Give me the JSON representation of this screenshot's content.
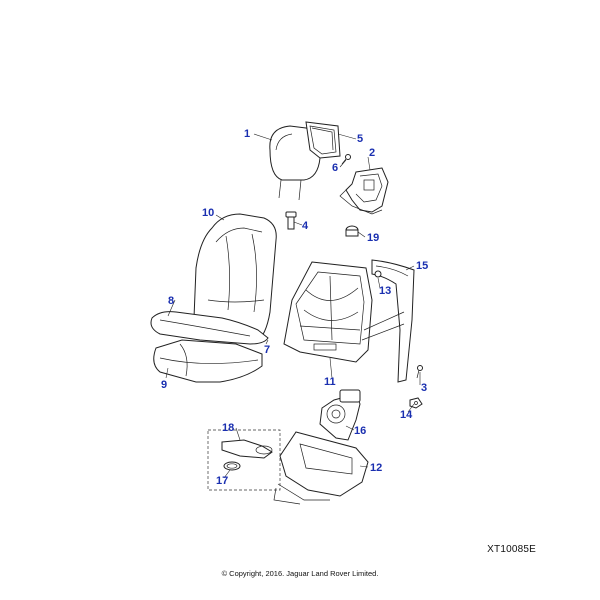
{
  "diagram": {
    "drawing_ref": "XT10085E",
    "copyright": "© Copyright, 2016. Jaguar Land Rover Limited.",
    "accent_color": "#1a2fb0",
    "callouts": [
      {
        "id": "c1",
        "label": "1"
      },
      {
        "id": "c2",
        "label": "2"
      },
      {
        "id": "c3",
        "label": "3"
      },
      {
        "id": "c4",
        "label": "4"
      },
      {
        "id": "c5",
        "label": "5"
      },
      {
        "id": "c6",
        "label": "6"
      },
      {
        "id": "c7",
        "label": "7"
      },
      {
        "id": "c8",
        "label": "8"
      },
      {
        "id": "c9",
        "label": "9"
      },
      {
        "id": "c10",
        "label": "10"
      },
      {
        "id": "c11",
        "label": "11"
      },
      {
        "id": "c12",
        "label": "12"
      },
      {
        "id": "c13",
        "label": "13"
      },
      {
        "id": "c14",
        "label": "14"
      },
      {
        "id": "c15",
        "label": "15"
      },
      {
        "id": "c16",
        "label": "16"
      },
      {
        "id": "c17",
        "label": "17"
      },
      {
        "id": "c18",
        "label": "18"
      },
      {
        "id": "c19",
        "label": "19"
      }
    ]
  }
}
